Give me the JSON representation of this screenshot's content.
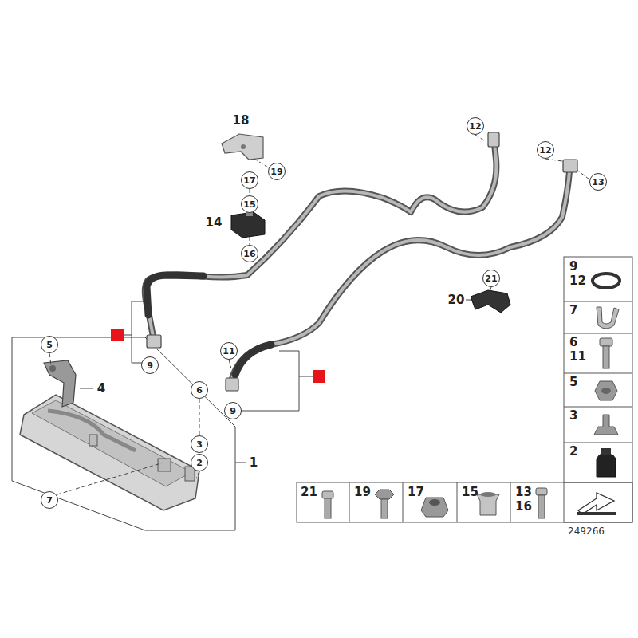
{
  "diagram": {
    "labels": [
      "18",
      "19",
      "17",
      "15",
      "14",
      "16",
      "12",
      "12",
      "13",
      "21",
      "20",
      "11",
      "9",
      "9",
      "5",
      "4",
      "6",
      "3",
      "2",
      "1",
      "7",
      "9",
      "12",
      "7",
      "6",
      "11",
      "5",
      "3",
      "2",
      "21",
      "19",
      "17",
      "15",
      "13",
      "16",
      "249266"
    ]
  }
}
